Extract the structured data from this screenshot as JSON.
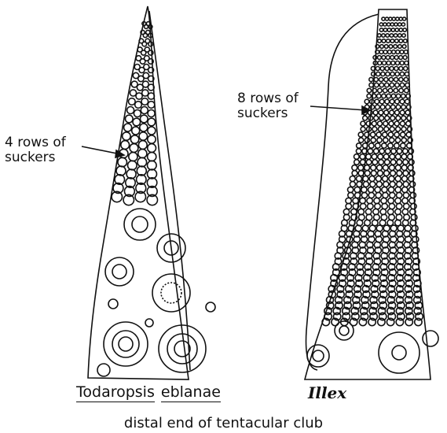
{
  "labels": {
    "left_rows": [
      "4 rows of",
      "suckers"
    ],
    "right_rows": [
      "8 rows of",
      "suckers"
    ]
  },
  "captions": {
    "todaropsis_part1": "Todaropsis",
    "todaropsis_part2": "eblanae",
    "illex": "Illex"
  },
  "footer": "distal end of tentacular club",
  "colors": {
    "ink": "#111111",
    "paper": "#ffffff"
  }
}
